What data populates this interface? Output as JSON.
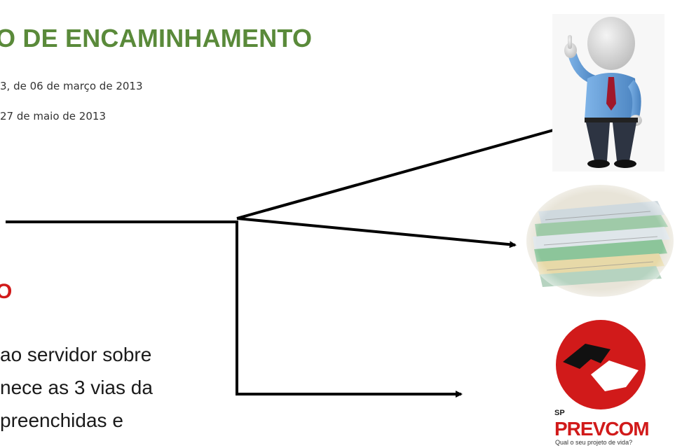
{
  "heading": {
    "title": "O DE ENCAMINHAMENTO"
  },
  "references": {
    "line1": "3, de 06 de março de 2013",
    "line2": "27 de maio de 2013"
  },
  "fragment": {
    "red_text": "O"
  },
  "body": {
    "line1": "ao servidor sobre",
    "line2": "nece as 3 vias da",
    "line3": "preenchidas e"
  },
  "logo": {
    "sp": "SP",
    "name": "PREVCOM",
    "tagline": "Qual o seu projeto de vida?"
  },
  "colors": {
    "title_green": "#5a8a3a",
    "logo_red": "#d11a1a",
    "arrow": "#000000"
  },
  "icons": [
    "businessman-pointing-figure",
    "document-folders-stack",
    "prevcom-logo"
  ]
}
